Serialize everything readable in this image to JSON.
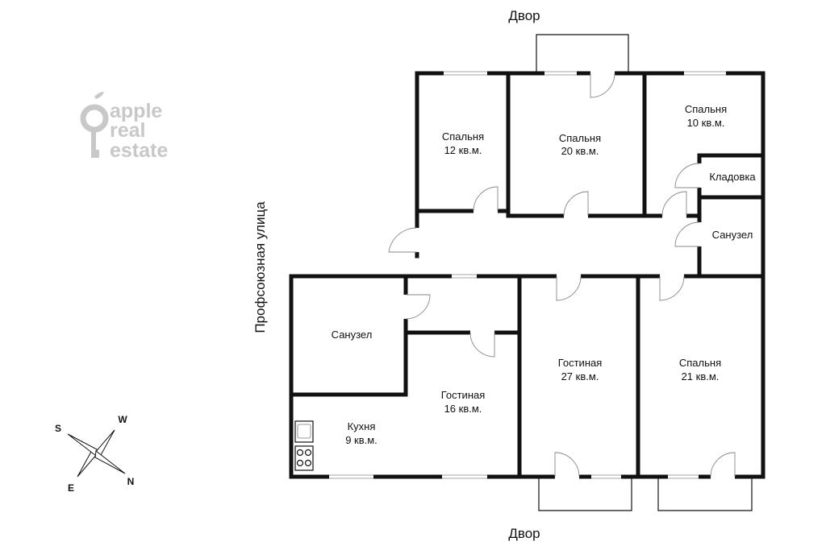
{
  "logo": {
    "lines": [
      "apple",
      "real",
      "estate"
    ]
  },
  "labels": {
    "yard_top": "Двор",
    "yard_bottom": "Двор",
    "street": "Профсоюзная улица"
  },
  "rooms": [
    {
      "id": "bedroom-12",
      "name": "Спальня",
      "area": "12 кв.м."
    },
    {
      "id": "bedroom-20",
      "name": "Спальня",
      "area": "20 кв.м."
    },
    {
      "id": "bedroom-10",
      "name": "Спальня",
      "area": "10 кв.м."
    },
    {
      "id": "storage",
      "name": "Кладовка",
      "area": ""
    },
    {
      "id": "bathroom-right",
      "name": "Санузел",
      "area": ""
    },
    {
      "id": "bathroom-left",
      "name": "Санузел",
      "area": ""
    },
    {
      "id": "living-16",
      "name": "Гостиная",
      "area": "16 кв.м."
    },
    {
      "id": "kitchen",
      "name": "Кухня",
      "area": "9 кв.м."
    },
    {
      "id": "living-27",
      "name": "Гостиная",
      "area": "27 кв.м."
    },
    {
      "id": "bedroom-21",
      "name": "Спальня",
      "area": "21 кв.м."
    }
  ],
  "compass": {
    "n": "N",
    "s": "S",
    "e": "E",
    "w": "W"
  }
}
